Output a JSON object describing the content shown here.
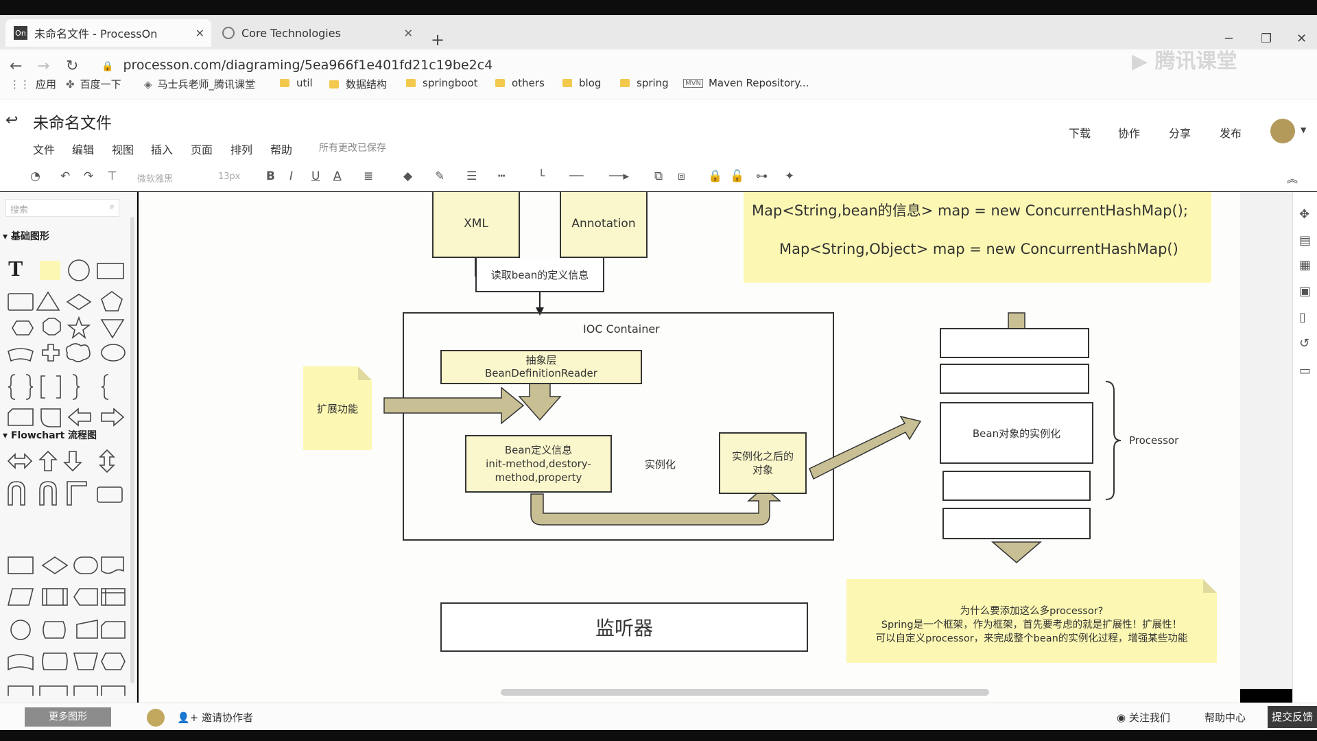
{
  "browser": {
    "tabs": [
      {
        "title": "未命名文件 - ProcessOn",
        "favicon": "On"
      },
      {
        "title": "Core Technologies",
        "favicon": ""
      }
    ],
    "url": "processon.com/diagraming/5ea966f1e401fd21c19be2c4",
    "bookmarks": [
      "应用",
      "百度一下",
      "马士兵老师_腾讯课堂",
      "util",
      "数据结构",
      "springboot",
      "others",
      "blog",
      "spring",
      "Maven Repository..."
    ]
  },
  "app": {
    "doc_title": "未命名文件",
    "menu": [
      "文件",
      "编辑",
      "视图",
      "插入",
      "页面",
      "排列",
      "帮助"
    ],
    "saved_status": "所有更改已保存",
    "header_buttons": [
      "下载",
      "协作",
      "分享",
      "发布"
    ],
    "toolbar": {
      "font": "微软雅黑",
      "size": "13px"
    }
  },
  "left_panel": {
    "search_placeholder": "搜索",
    "sections": [
      "基础图形",
      "Flowchart 流程图"
    ],
    "more_shapes": "更多图形"
  },
  "diagram": {
    "xml": "XML",
    "annotation": "Annotation",
    "read_def": "读取bean的定义信息",
    "ioc": "IOC  Container",
    "abstract_line1": "抽象层",
    "abstract_line2": "BeanDefinitionReader",
    "extension": "扩展功能",
    "beandef_line1": "Bean定义信息",
    "beandef_line2": "init-method,destory-",
    "beandef_line3": "method,property",
    "instantiate": "实例化",
    "after_line1": "实例化之后的",
    "after_line2": "对象",
    "bean_inst": "Bean对象的实例化",
    "processor": "Processor",
    "listener": "监听器",
    "code_line1": "Map<String,bean的信息> map = new ConcurrentHashMap();",
    "code_line2": "Map<String,Object> map = new ConcurrentHashMap()",
    "note_line1": "为什么要添加这么多processor?",
    "note_line2": "Spring是一个框架，作为框架，首先要考虑的就是扩展性！扩展性！",
    "note_line3": "可以自定义processor，来完成整个bean的实例化过程，增强某些功能"
  },
  "footer": {
    "invite": "邀请协作者",
    "follow": "关注我们",
    "help": "帮助中心",
    "feedback": "提交反馈"
  },
  "colors": {
    "note": "#fcf8b3",
    "node_fill": "#fbf7cc",
    "stroke": "#333333"
  }
}
